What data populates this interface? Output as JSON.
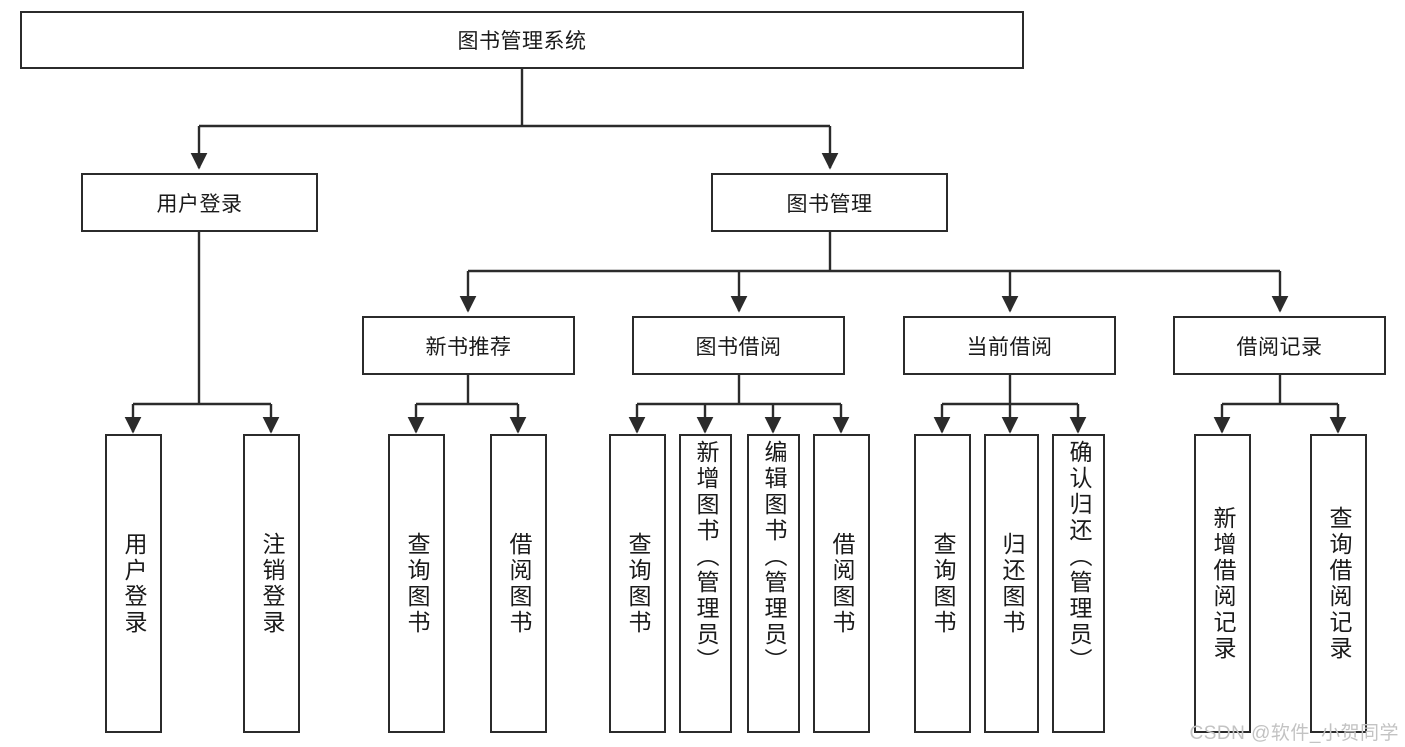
{
  "diagram": {
    "title": "图书管理系统",
    "type": "tree-hierarchy-diagram",
    "colors": {
      "box_border": "#2b2b2b",
      "box_fill": "#ffffff",
      "edge": "#2b2b2b",
      "text": "#1a1a1a",
      "watermark": "#c3c3c3",
      "background": "#ffffff"
    },
    "root": {
      "label": "图书管理系统"
    },
    "level2": [
      {
        "label": "用户登录"
      },
      {
        "label": "图书管理"
      }
    ],
    "level3": [
      {
        "label": "新书推荐"
      },
      {
        "label": "图书借阅"
      },
      {
        "label": "当前借阅"
      },
      {
        "label": "借阅记录"
      }
    ],
    "leaves": {
      "user_login": [
        {
          "label": "用户登录"
        },
        {
          "label": "注销登录"
        }
      ],
      "new_book_recommend": [
        {
          "label": "查询图书"
        },
        {
          "label": "借阅图书"
        }
      ],
      "book_borrow": [
        {
          "label": "查询图书"
        },
        {
          "label": "新增图书（管理员）"
        },
        {
          "label": "编辑图书（管理员）"
        },
        {
          "label": "借阅图书"
        }
      ],
      "current_borrow": [
        {
          "label": "查询图书"
        },
        {
          "label": "归还图书"
        },
        {
          "label": "确认归还（管理员）"
        }
      ],
      "borrow_record": [
        {
          "label": "新增借阅记录"
        },
        {
          "label": "查询借阅记录"
        }
      ]
    },
    "watermark": "CSDN @软件_小贺同学"
  }
}
